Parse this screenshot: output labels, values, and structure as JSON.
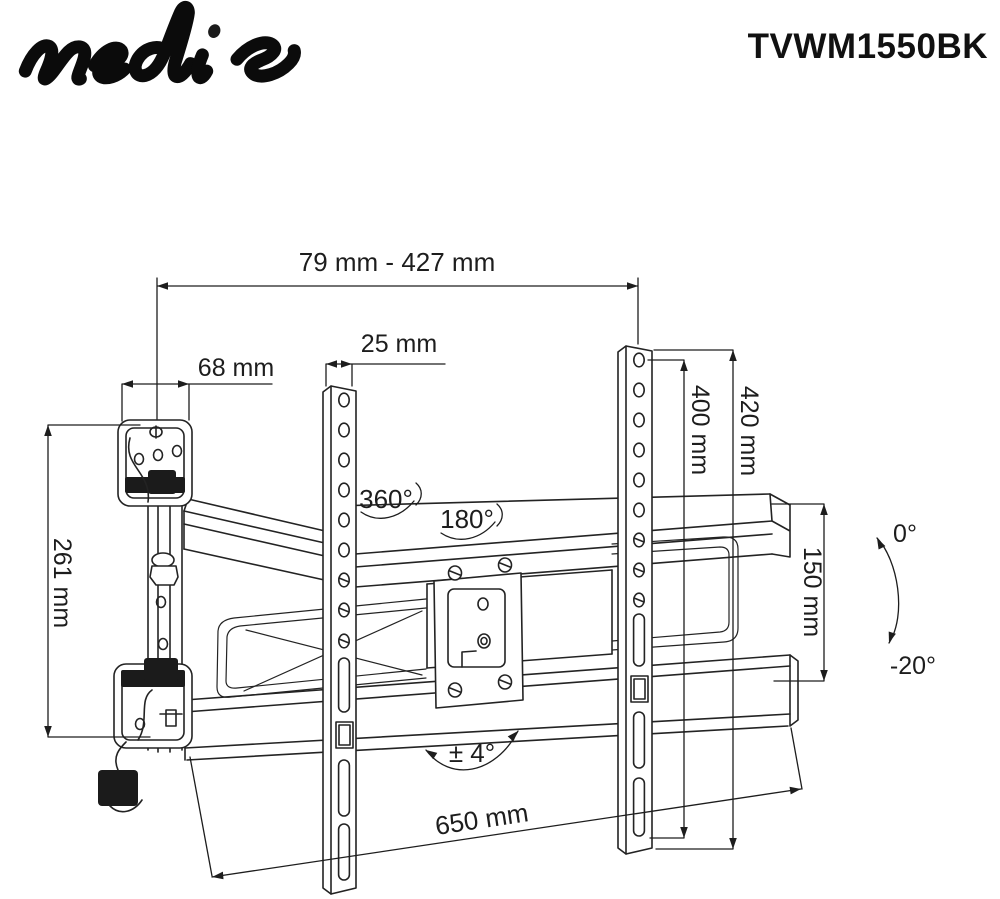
{
  "header": {
    "brand": "nedis",
    "model": "TVWM1550BK"
  },
  "diagram": {
    "subject": "Full-motion TV wall mount technical line drawing",
    "line_color": "#232323",
    "labels": {
      "arm_reach": "79 mm - 427 mm",
      "rail_width": "25 mm",
      "wall_plate_width": "68 mm",
      "wall_plate_height": "261 mm",
      "rotation_arm": "360°",
      "rotation_tv": "180°",
      "vesa_vertical": "400 mm",
      "rail_height": "420 mm",
      "bracket_height": "150 mm",
      "tilt_up": "0°",
      "tilt_down": "-20°",
      "level_adjust": "± 4°",
      "bracket_width": "650 mm"
    }
  }
}
